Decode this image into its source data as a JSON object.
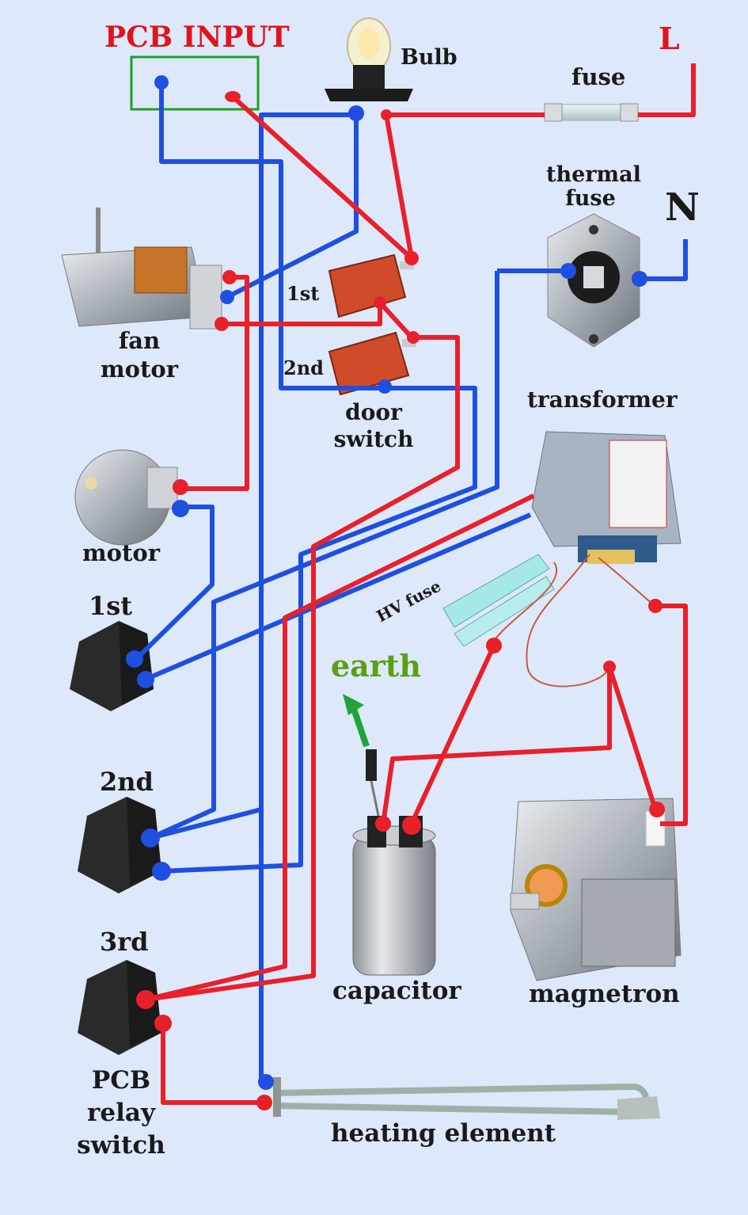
{
  "labels": {
    "pcb_input": "PCB INPUT",
    "bulb": "Bulb",
    "line": "L",
    "fuse": "fuse",
    "thermal_fuse_1": "thermal",
    "thermal_fuse_2": "fuse",
    "neutral": "N",
    "fan_motor_1": "fan",
    "fan_motor_2": "motor",
    "door_switch_1st": "1st",
    "door_switch_2nd": "2nd",
    "door_switch_1": "door",
    "door_switch_2": "switch",
    "transformer": "transformer",
    "motor": "motor",
    "relay_1st": "1st",
    "hv_fuse": "HV fuse",
    "earth": "earth",
    "relay_2nd": "2nd",
    "relay_3rd": "3rd",
    "capacitor": "capacitor",
    "magnetron": "magnetron",
    "pcb_relay_1": "PCB",
    "pcb_relay_2": "relay",
    "pcb_relay_3": "switch",
    "heating_element": "heating element"
  },
  "colors": {
    "background": "#dde8fb",
    "live_wire": "#e8202a",
    "neutral_wire": "#1f4fe0",
    "pcb_box": "#20a020",
    "title_red": "#e0141c",
    "earth_green": "#5aa010"
  }
}
